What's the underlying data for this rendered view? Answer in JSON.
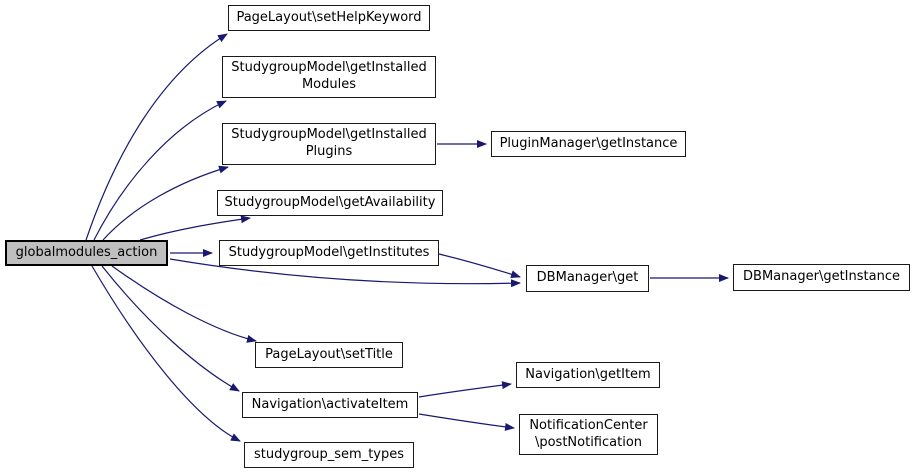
{
  "diagram": {
    "type": "call-graph",
    "colors": {
      "background": "#ffffff",
      "edge": "#191970",
      "node_border": "#1a1a1a",
      "node_fill": "#ffffff",
      "main_node_fill": "#bfbfbf",
      "text": "#000000"
    },
    "nodes": [
      {
        "id": "globalmodules_action",
        "label": "globalmodules_action",
        "main": true
      },
      {
        "id": "pagelayout_sethelpkeyword",
        "label": "PageLayout\\setHelpKeyword"
      },
      {
        "id": "studygroupmodel_getinstalledmodules",
        "lines": [
          "StudygroupModel\\getInstalled",
          "Modules"
        ]
      },
      {
        "id": "studygroupmodel_getinstalledplugins",
        "lines": [
          "StudygroupModel\\getInstalled",
          "Plugins"
        ]
      },
      {
        "id": "studygroupmodel_getavailability",
        "label": "StudygroupModel\\getAvailability"
      },
      {
        "id": "studygroupmodel_getinstitutes",
        "label": "StudygroupModel\\getInstitutes"
      },
      {
        "id": "pluginmanager_getinstance",
        "label": "PluginManager\\getInstance"
      },
      {
        "id": "dbmanager_get",
        "label": "DBManager\\get"
      },
      {
        "id": "dbmanager_getinstance",
        "label": "DBManager\\getInstance"
      },
      {
        "id": "pagelayout_settitle",
        "label": "PageLayout\\setTitle"
      },
      {
        "id": "navigation_activateitem",
        "label": "Navigation\\activateItem"
      },
      {
        "id": "studygroup_sem_types",
        "label": "studygroup_sem_types"
      },
      {
        "id": "navigation_getitem",
        "label": "Navigation\\getItem"
      },
      {
        "id": "notificationcenter_postnotification",
        "lines": [
          "NotificationCenter",
          "\\postNotification"
        ]
      }
    ],
    "edges": [
      {
        "from": "globalmodules_action",
        "to": "PageLayout\\setHelpKeyword"
      },
      {
        "from": "globalmodules_action",
        "to": "StudygroupModel\\getInstalledModules"
      },
      {
        "from": "globalmodules_action",
        "to": "StudygroupModel\\getInstalledPlugins"
      },
      {
        "from": "globalmodules_action",
        "to": "StudygroupModel\\getAvailability"
      },
      {
        "from": "globalmodules_action",
        "to": "StudygroupModel\\getInstitutes"
      },
      {
        "from": "globalmodules_action",
        "to": "DBManager\\get"
      },
      {
        "from": "globalmodules_action",
        "to": "PageLayout\\setTitle"
      },
      {
        "from": "globalmodules_action",
        "to": "Navigation\\activateItem"
      },
      {
        "from": "globalmodules_action",
        "to": "studygroup_sem_types"
      },
      {
        "from": "StudygroupModel\\getInstalledPlugins",
        "to": "PluginManager\\getInstance"
      },
      {
        "from": "StudygroupModel\\getInstitutes",
        "to": "DBManager\\get"
      },
      {
        "from": "DBManager\\get",
        "to": "DBManager\\getInstance"
      },
      {
        "from": "Navigation\\activateItem",
        "to": "Navigation\\getItem"
      },
      {
        "from": "Navigation\\activateItem",
        "to": "NotificationCenter\\postNotification"
      }
    ]
  }
}
